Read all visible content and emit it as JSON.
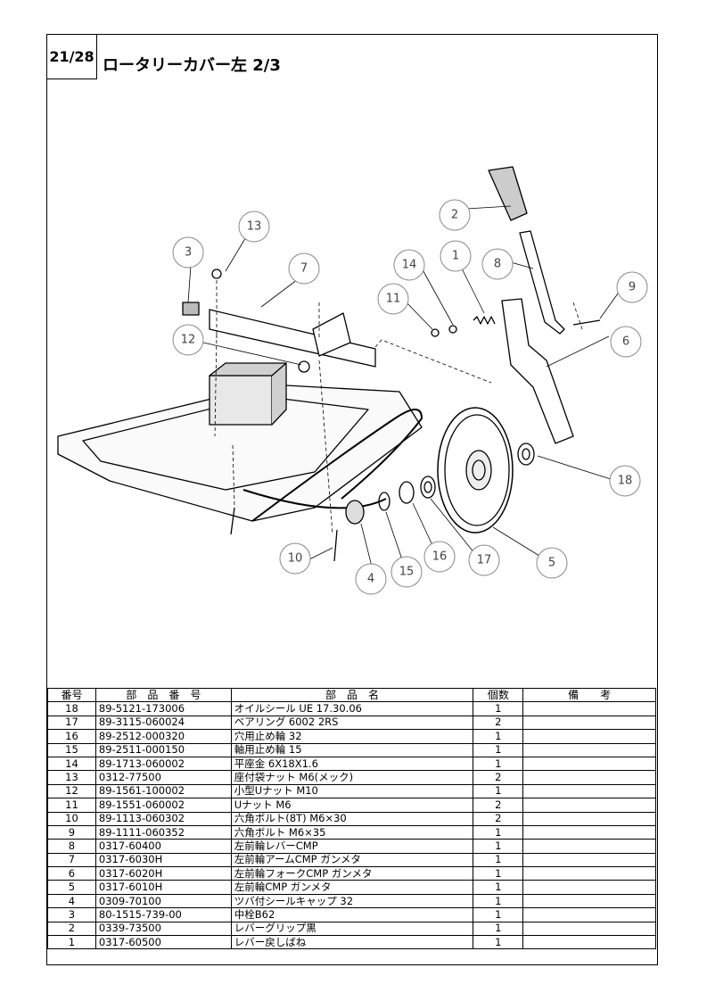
{
  "header": {
    "page": "21/28",
    "title": "ロータリーカバー左  2/3"
  },
  "diagram": {
    "callouts": [
      "1",
      "2",
      "3",
      "4",
      "5",
      "6",
      "7",
      "8",
      "9",
      "10",
      "11",
      "12",
      "13",
      "14",
      "15",
      "16",
      "17",
      "18"
    ]
  },
  "table": {
    "headers": {
      "no": "番号",
      "code": "部　品　番　号",
      "name": "部　品　名",
      "qty": "個数",
      "remarks": "備　　考"
    },
    "rows": [
      {
        "no": "18",
        "code": "89-5121-173006",
        "name": "オイルシール UE 17.30.06",
        "qty": "1"
      },
      {
        "no": "17",
        "code": "89-3115-060024",
        "name": "ベアリング  6002 2RS",
        "qty": "2"
      },
      {
        "no": "16",
        "code": "89-2512-000320",
        "name": "穴用止め輪  32",
        "qty": "1"
      },
      {
        "no": "15",
        "code": "89-2511-000150",
        "name": "軸用止め輪  15",
        "qty": "1"
      },
      {
        "no": "14",
        "code": "89-1713-060002",
        "name": "平座金  6X18X1.6",
        "qty": "1"
      },
      {
        "no": "13",
        "code": "0312-77500",
        "name": "座付袋ナット  M6(メック)",
        "qty": "2"
      },
      {
        "no": "12",
        "code": "89-1561-100002",
        "name": "小型Uナット  M10",
        "qty": "1"
      },
      {
        "no": "11",
        "code": "89-1551-060002",
        "name": "Uナット  M6",
        "qty": "2"
      },
      {
        "no": "10",
        "code": "89-1113-060302",
        "name": "六角ボルト(8T) M6×30",
        "qty": "2"
      },
      {
        "no": "9",
        "code": "89-1111-060352",
        "name": "六角ボルト  M6×35",
        "qty": "1"
      },
      {
        "no": "8",
        "code": "0317-60400",
        "name": "左前輪レバーCMP",
        "qty": "1"
      },
      {
        "no": "7",
        "code": "0317-6030H",
        "name": "左前輪アームCMP  ガンメタ",
        "qty": "1"
      },
      {
        "no": "6",
        "code": "0317-6020H",
        "name": "左前輪フォークCMP  ガンメタ",
        "qty": "1"
      },
      {
        "no": "5",
        "code": "0317-6010H",
        "name": "左前輪CMP  ガンメタ",
        "qty": "1"
      },
      {
        "no": "4",
        "code": "0309-70100",
        "name": "ツバ付シールキャップ  32",
        "qty": "1"
      },
      {
        "no": "3",
        "code": "80-1515-739-00",
        "name": "中栓B62",
        "qty": "1"
      },
      {
        "no": "2",
        "code": "0339-73500",
        "name": "レバーグリップ黒",
        "qty": "1"
      },
      {
        "no": "1",
        "code": "0317-60500",
        "name": "レバー戻しばね",
        "qty": "1"
      }
    ]
  }
}
